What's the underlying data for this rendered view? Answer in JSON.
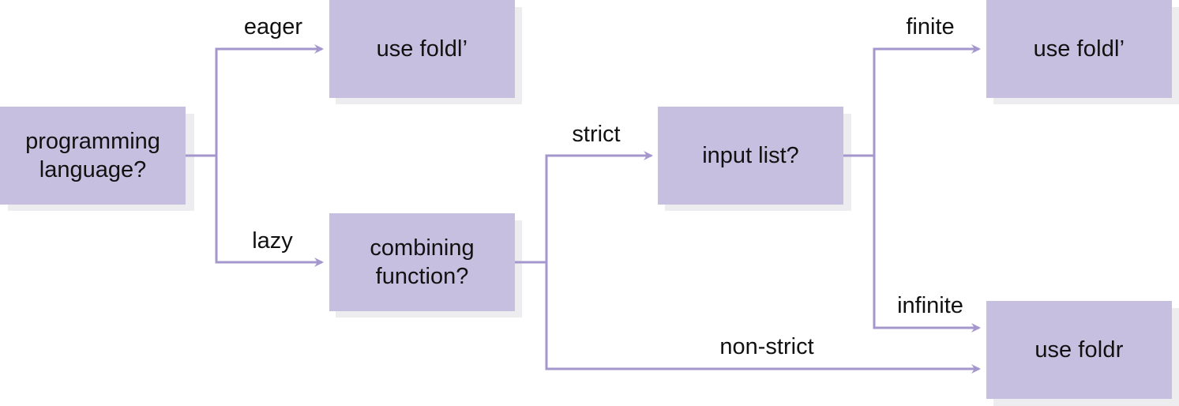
{
  "nodes": {
    "programming_language": {
      "line1": "programming",
      "line2": "language?"
    },
    "combining_function": {
      "line1": "combining",
      "line2": "function?"
    },
    "input_list": {
      "label": "input list?"
    },
    "use_foldl_top": {
      "word": "use",
      "func": "foldl’"
    },
    "use_foldl_right": {
      "word": "use",
      "func": "foldl’"
    },
    "use_foldr": {
      "word": "use",
      "func": "foldr"
    }
  },
  "edges": {
    "eager": "eager",
    "lazy": "lazy",
    "strict": "strict",
    "non_strict": "non-strict",
    "finite": "finite",
    "infinite": "infinite"
  },
  "colors": {
    "node_fill": "#c7bfe0",
    "edge": "#a597cd",
    "shadow": "#ededf0",
    "text": "#111111"
  }
}
